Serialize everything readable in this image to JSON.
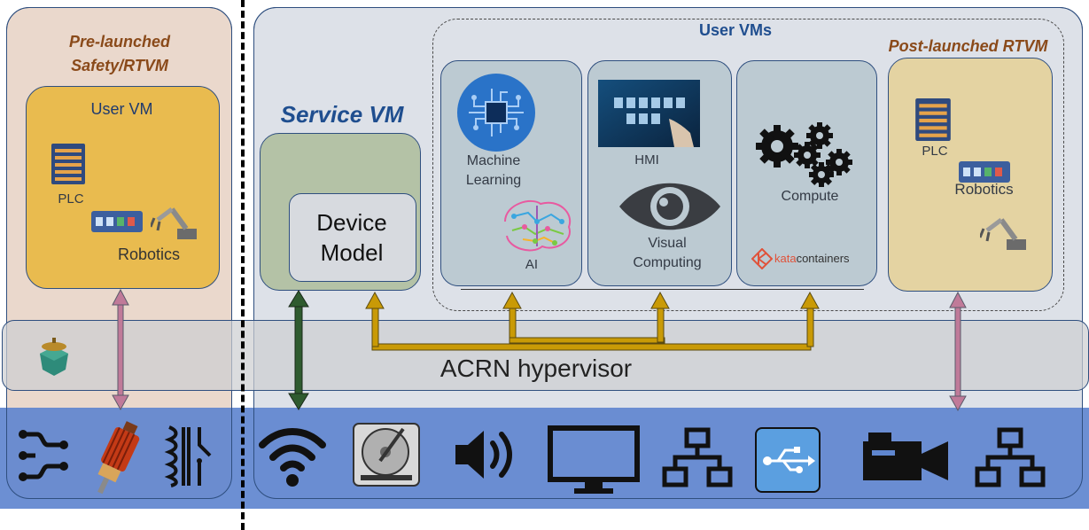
{
  "left_panel": {
    "title_line1": "Pre-launched",
    "title_line2": "Safety/RTVM",
    "vm_title": "User VM",
    "plc_label": "PLC",
    "robotics_label": "Robotics"
  },
  "service_vm": {
    "title": "Service VM",
    "device_model_line1": "Device",
    "device_model_line2": "Model"
  },
  "user_vms": {
    "title": "User VMs",
    "ml_line1": "Machine",
    "ml_line2": "Learning",
    "ai_label": "AI",
    "hmi_label": "HMI",
    "visual_line1": "Visual",
    "visual_line2": "Computing",
    "compute_label": "Compute",
    "kata_a": "kata",
    "kata_b": "containers"
  },
  "post_rtvm": {
    "title": "Post-launched RTVM",
    "plc_label": "PLC",
    "robotics_label": "Robotics"
  },
  "hypervisor": {
    "label": "ACRN hypervisor"
  },
  "devices": [
    "gpio-icon",
    "motor-icon",
    "relay-icon",
    "wifi-icon",
    "hard-disk-icon",
    "speaker-icon",
    "monitor-icon",
    "network-icon",
    "usb-icon",
    "camera-icon",
    "network-icon"
  ],
  "colors": {
    "hardware_band": "#5f86cf",
    "hypervisor_band": "#cfd1d3",
    "left_panel_bg": "#ead8cc",
    "user_vm_yellow": "#e9bb4f",
    "post_rtvm_bg": "#e4d3a2",
    "service_vm_green": "#b4c2a6",
    "user_vm_box_bg": "#bccad2",
    "arrow_gold": "#c99a06",
    "arrow_green": "#2f5b2f",
    "arrow_pink": "#c07a99"
  }
}
